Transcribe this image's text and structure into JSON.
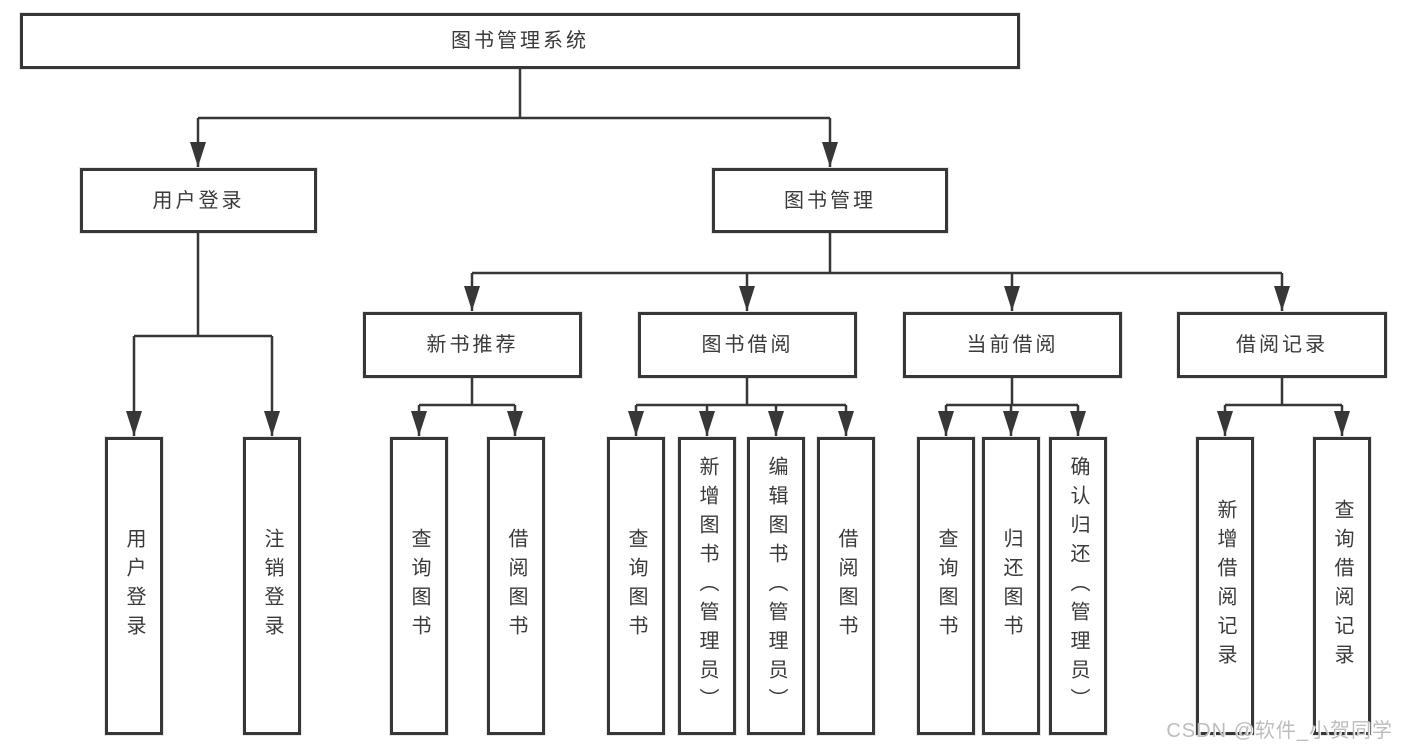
{
  "colors": {
    "line": "#373737",
    "text": "#3a3a3a",
    "watermark": "#bdbdbd"
  },
  "tree": {
    "root": "图书管理系统",
    "level2": [
      "用户登录",
      "图书管理"
    ],
    "level3": [
      "新书推荐",
      "图书借阅",
      "当前借阅",
      "借阅记录"
    ],
    "leaves": {
      "user_login": [
        "用户登录",
        "注销登录"
      ],
      "new_books": [
        "查询图书",
        "借阅图书"
      ],
      "book_borrow": [
        "查询图书",
        "新增图书（管理员）",
        "编辑图书（管理员）",
        "借阅图书"
      ],
      "current_borrow": [
        "查询图书",
        "归还图书",
        "确认归还（管理员）"
      ],
      "borrow_records": [
        "新增借阅记录",
        "查询借阅记录"
      ]
    }
  },
  "watermark": "CSDN @软件_小贺同学"
}
